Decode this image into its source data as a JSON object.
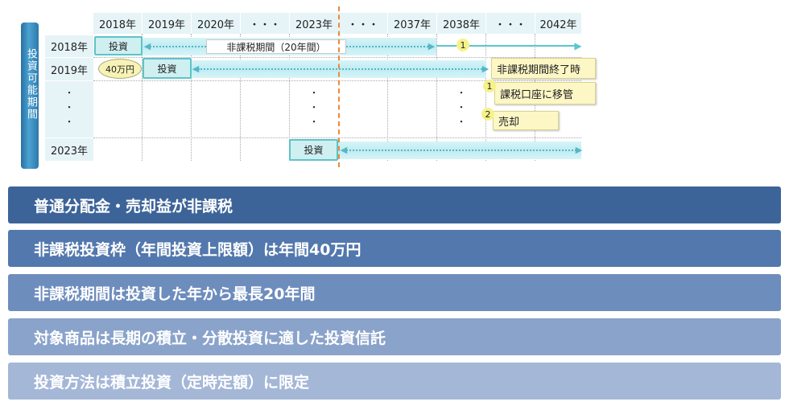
{
  "side_label": "投資可能期間",
  "year_headers": [
    "2018年",
    "2019年",
    "2020年",
    "・・・",
    "2023年",
    "・・・",
    "2037年",
    "2038年",
    "・・・",
    "2042年"
  ],
  "row_headers": [
    "2018年",
    "2019年",
    "2023年"
  ],
  "row_dots": [
    "・",
    "・",
    "・"
  ],
  "boxes": {
    "invest_2018": "投資",
    "invest_2019": "投資",
    "invest_2023": "投資",
    "amount": "40万円",
    "tax_free_period": "非課税期間（20年間）"
  },
  "callouts": {
    "end": "非課税期間終了時",
    "option1": "課税口座に移管",
    "option2": "売却",
    "num1": "1",
    "num2": "2",
    "num_track": "1"
  },
  "bands": [
    {
      "text": "普通分配金・売却益が非課税",
      "color": "#3d6499"
    },
    {
      "text": "非課税投資枠（年間投資上限額）は年間40万円",
      "color": "#5278ad"
    },
    {
      "text": "非課税期間は投資した年から最長20年間",
      "color": "#6d8dbd"
    },
    {
      "text": "対象商品は長期の積立・分散投資に適した投資信託",
      "color": "#8aa3cb"
    },
    {
      "text": "投資方法は積立投資（定時定額）に限定",
      "color": "#a4b7d7"
    }
  ]
}
